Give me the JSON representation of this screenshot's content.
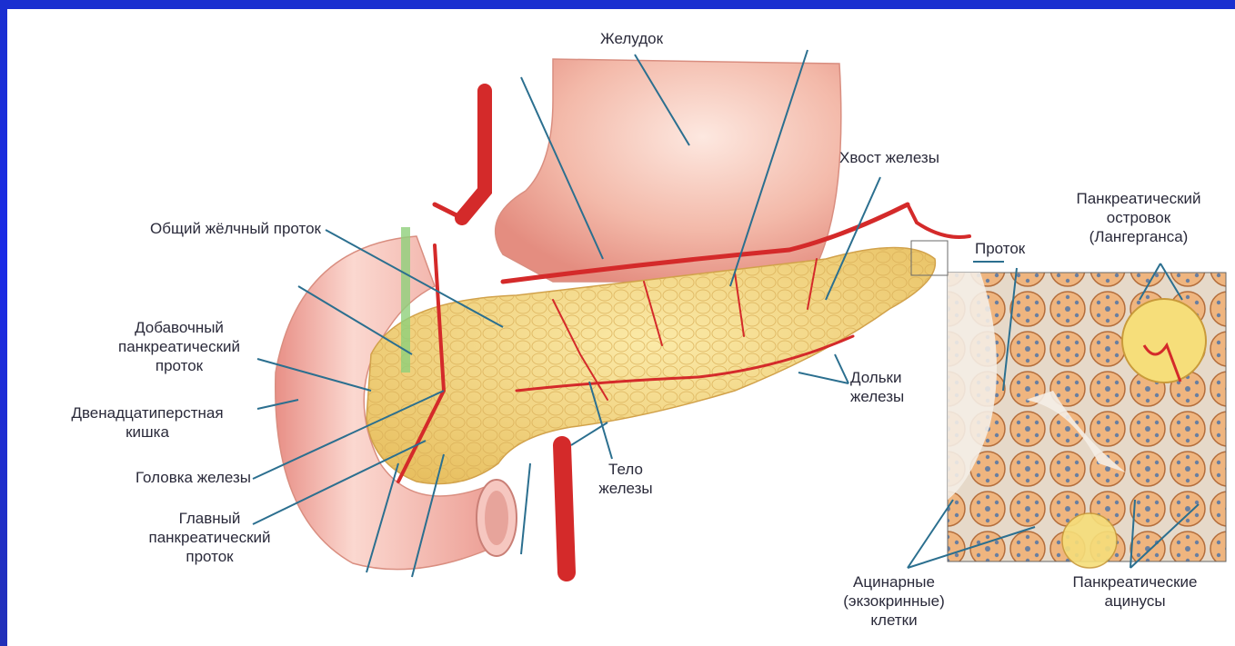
{
  "labels": {
    "stomach": "Желудок",
    "tail": "Хвост железы",
    "bile_duct": "Общий жёлчный проток",
    "islet": [
      "Панкреатический",
      "островок",
      "(Лангерганса)"
    ],
    "duct": "Проток",
    "accessory_duct": [
      "Добавочный",
      "панкреатический",
      "проток"
    ],
    "duodenum": [
      "Двенадцатиперстная",
      "кишка"
    ],
    "lobules": [
      "Дольки",
      "железы"
    ],
    "head": "Головка железы",
    "body": [
      "Тело",
      "железы"
    ],
    "main_duct": [
      "Главный",
      "панкреатический",
      "проток"
    ],
    "acinar_cells": [
      "Ацинарные",
      "(экзокринные)",
      "клетки"
    ],
    "acini": [
      "Панкреатические",
      "ацинусы"
    ]
  },
  "colors": {
    "slide_border": "#1a2ae6",
    "label_text": "#2a2a3a",
    "leader": "#2b6f8f",
    "artery": "#d42a2a",
    "stomach": "#f2b5a6",
    "pancreas": "#f4d98a",
    "duodenum": "#f1a9a0"
  }
}
